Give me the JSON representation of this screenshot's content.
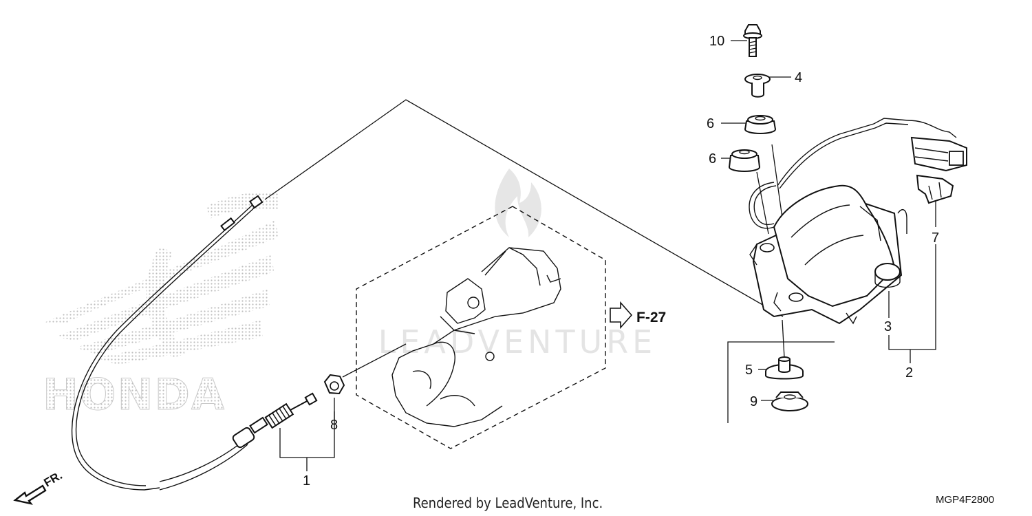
{
  "diagram": {
    "callouts": [
      {
        "id": "c1",
        "label": "1"
      },
      {
        "id": "c2",
        "label": "2"
      },
      {
        "id": "c3",
        "label": "3"
      },
      {
        "id": "c4",
        "label": "4"
      },
      {
        "id": "c5",
        "label": "5"
      },
      {
        "id": "c6a",
        "label": "6"
      },
      {
        "id": "c6b",
        "label": "6"
      },
      {
        "id": "c7",
        "label": "7"
      },
      {
        "id": "c8",
        "label": "8"
      },
      {
        "id": "c9",
        "label": "9"
      },
      {
        "id": "c10",
        "label": "10"
      }
    ],
    "page_reference": "F-27",
    "direction_label": "FR.",
    "brand_mark": "HONDA",
    "watermark": "LEADVENTURE",
    "footer_credit": "Rendered by LeadVenture, Inc.",
    "diagram_code": "MGP4F2800"
  }
}
